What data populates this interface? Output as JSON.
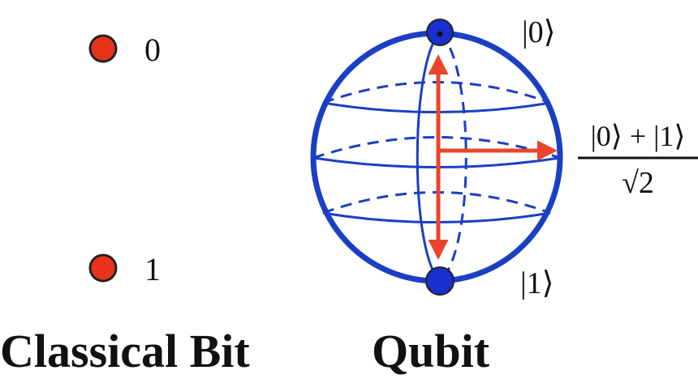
{
  "classical": {
    "state_0": "0",
    "state_1": "1",
    "caption": "Classical Bit"
  },
  "qubit": {
    "ket_0": "|0⟩",
    "ket_1": "|1⟩",
    "superposition_numerator": "|0⟩ + |1⟩",
    "superposition_denominator": "√2",
    "caption": "Qubit"
  },
  "colors": {
    "sphere": "#1a3fc4",
    "arrow": "#e8452c",
    "bit_dot": "#e8321c",
    "pole_dot": "#1a2fd0"
  }
}
